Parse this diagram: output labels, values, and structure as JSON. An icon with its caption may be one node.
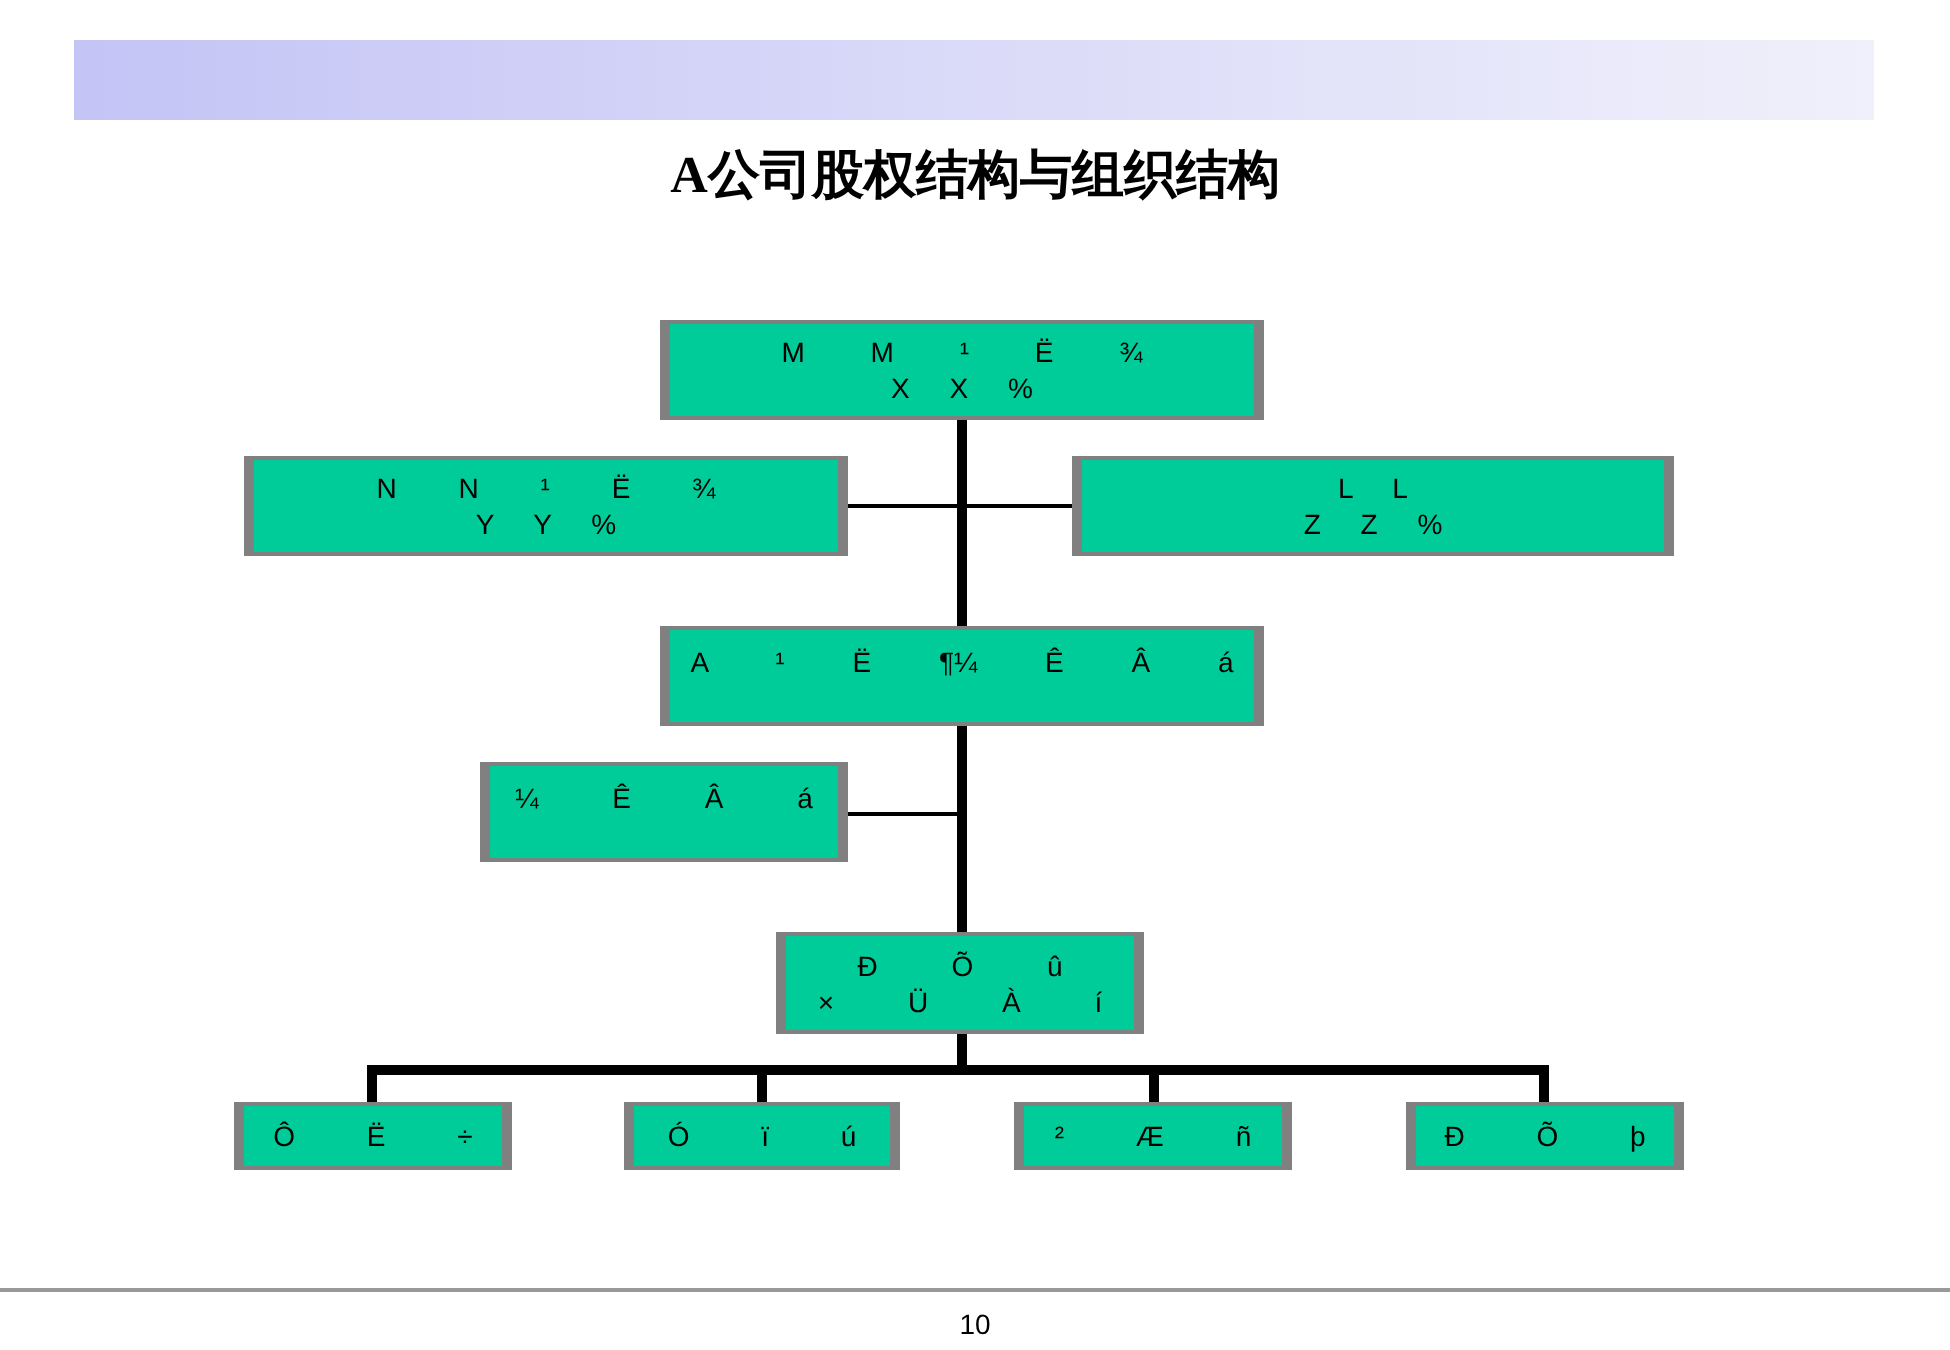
{
  "diagram": {
    "title": "A公司股权结构与组织结构",
    "nodes": [
      {
        "text": [
          "M M ¹ Ë ¾",
          "X X %"
        ]
      },
      {
        "text": [
          "N N ¹ Ë ¾",
          "Y Y %"
        ]
      },
      {
        "text": [
          "L L",
          "Z Z %"
        ]
      },
      {
        "text": [
          "A ¹ Ë ¶¼ Ê Â á"
        ]
      },
      {
        "text": [
          "¼ Ê Â á"
        ]
      },
      {
        "text": [
          "Ð Õ û",
          "× Ü À í"
        ]
      },
      {
        "text": [
          "Ô Ë ÷"
        ]
      },
      {
        "text": [
          "Ó ï ú"
        ]
      },
      {
        "text": [
          "² Æ ñ"
        ]
      },
      {
        "text": [
          "Ð Õ þ"
        ]
      }
    ],
    "edges": [
      {
        "from": 0,
        "to": 3,
        "arrow": "none"
      },
      {
        "from": 1,
        "to": 3,
        "arrow": "none"
      },
      {
        "from": 2,
        "to": 3,
        "arrow": "none"
      },
      {
        "from": 3,
        "to": 4,
        "arrow": "none"
      },
      {
        "from": 3,
        "to": 5,
        "arrow": "none"
      },
      {
        "from": 5,
        "to": 6,
        "arrow": "none"
      },
      {
        "from": 5,
        "to": 7,
        "arrow": "none"
      },
      {
        "from": 5,
        "to": 8,
        "arrow": "none"
      },
      {
        "from": 5,
        "to": 9,
        "arrow": "none"
      }
    ],
    "labels": [
      "10"
    ]
  }
}
